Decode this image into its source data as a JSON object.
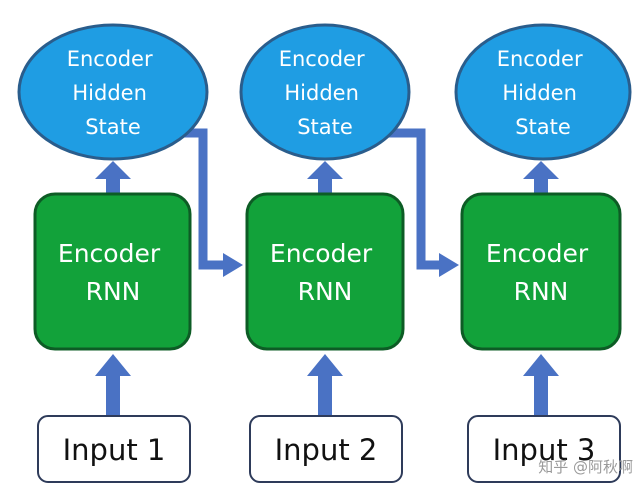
{
  "colors": {
    "state_fill": "#1f9de3",
    "state_stroke": "#2a5d8c",
    "rnn_fill": "#12a23a",
    "rnn_stroke": "#0d5c25",
    "arrow": "#4a72c4",
    "input_stroke": "#2e3b5a"
  },
  "columns": [
    {
      "state": {
        "line1": "Encoder",
        "line2": "Hidden",
        "line3": "State"
      },
      "rnn": {
        "line1": "Encoder",
        "line2": "RNN"
      },
      "input": {
        "label": "Input 1"
      }
    },
    {
      "state": {
        "line1": "Encoder",
        "line2": "Hidden",
        "line3": "State"
      },
      "rnn": {
        "line1": "Encoder",
        "line2": "RNN"
      },
      "input": {
        "label": "Input 2"
      }
    },
    {
      "state": {
        "line1": "Encoder",
        "line2": "Hidden",
        "line3": "State"
      },
      "rnn": {
        "line1": "Encoder",
        "line2": "RNN"
      },
      "input": {
        "label": "Input 3"
      }
    }
  ],
  "watermark": "知乎 @阿秋啊"
}
